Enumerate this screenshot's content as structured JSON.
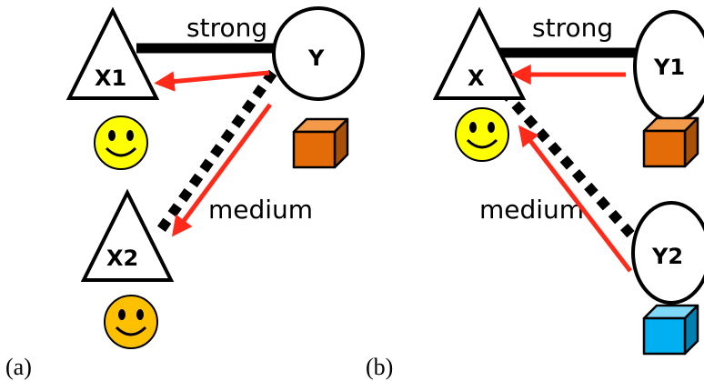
{
  "panel_a": {
    "caption": "(a)",
    "nodes": {
      "x1": "X1",
      "y": "Y",
      "x2": "X2"
    },
    "edge_strong": "strong",
    "edge_medium": "medium",
    "colors": {
      "x1_face": "#ffff00",
      "x2_face": "#ffc000",
      "y_cube": "#e36c09"
    }
  },
  "panel_b": {
    "caption": "(b)",
    "nodes": {
      "x": "X",
      "y1": "Y1",
      "y2": "Y2"
    },
    "edge_strong": "strong",
    "edge_medium": "medium",
    "colors": {
      "x_face": "#ffff00",
      "y1_cube": "#e36c09",
      "y2_cube": "#00b0f0"
    }
  }
}
